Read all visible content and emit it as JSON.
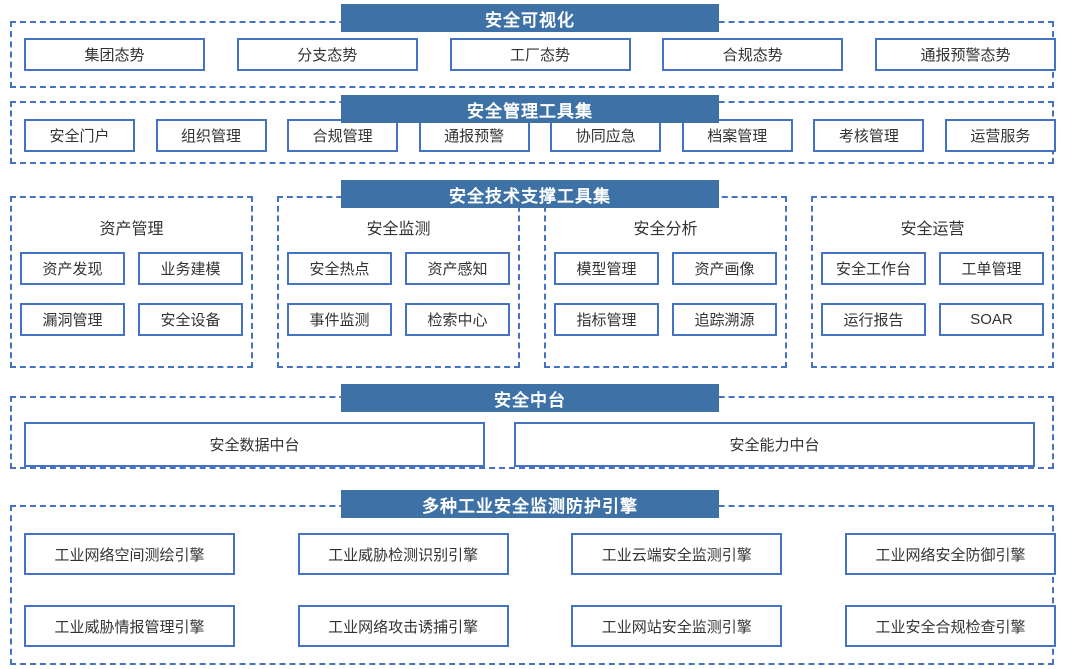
{
  "palette": {
    "header_bg": "#3e72a6",
    "header_text": "#ffffff",
    "box_border": "#4472c4",
    "dash_border": "#4472c4",
    "text": "#333333"
  },
  "visualization": {
    "title": "安全可视化",
    "items": [
      "集团态势",
      "分支态势",
      "工厂态势",
      "合规态势",
      "通报预警态势"
    ]
  },
  "management": {
    "title": "安全管理工具集",
    "items": [
      "安全门户",
      "组织管理",
      "合规管理",
      "通报预警",
      "协同应急",
      "档案管理",
      "考核管理",
      "运营服务"
    ]
  },
  "tech_support": {
    "title": "安全技术支撑工具集",
    "groups": [
      {
        "title": "资产管理",
        "items": [
          "资产发现",
          "业务建模",
          "漏洞管理",
          "安全设备"
        ]
      },
      {
        "title": "安全监测",
        "items": [
          "安全热点",
          "资产感知",
          "事件监测",
          "检索中心"
        ]
      },
      {
        "title": "安全分析",
        "items": [
          "模型管理",
          "资产画像",
          "指标管理",
          "追踪溯源"
        ]
      },
      {
        "title": "安全运营",
        "items": [
          "安全工作台",
          "工单管理",
          "运行报告",
          "SOAR"
        ]
      }
    ]
  },
  "middle_platform": {
    "title": "安全中台",
    "items": [
      "安全数据中台",
      "安全能力中台"
    ]
  },
  "engines": {
    "title": "多种工业安全监测防护引擎",
    "items": [
      "工业网络空间测绘引擎",
      "工业威胁检测识别引擎",
      "工业云端安全监测引擎",
      "工业网络安全防御引擎",
      "工业威胁情报管理引擎",
      "工业网络攻击诱捕引擎",
      "工业网站安全监测引擎",
      "工业安全合规检查引擎"
    ]
  }
}
